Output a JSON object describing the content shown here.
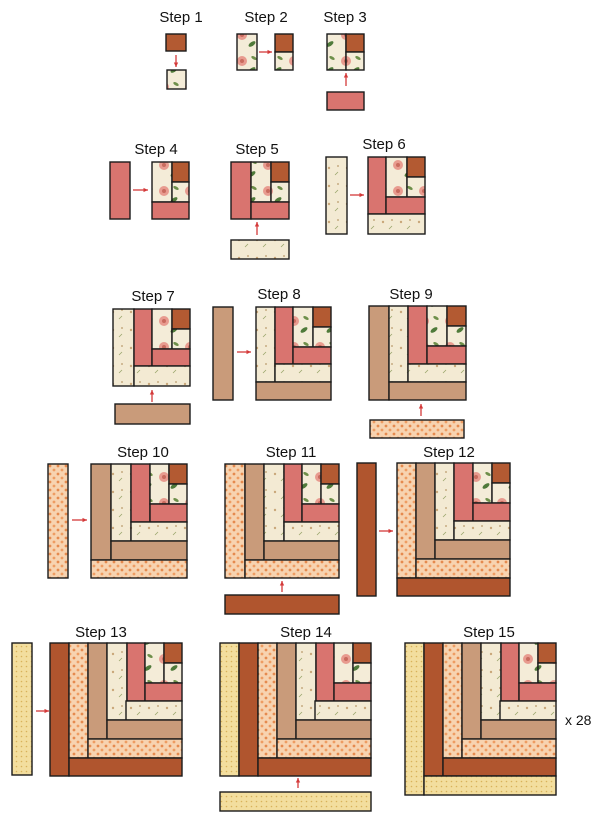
{
  "title": "",
  "steps": [
    {
      "label": "Step 1"
    },
    {
      "label": "Step 2"
    },
    {
      "label": "Step 3"
    },
    {
      "label": "Step 4"
    },
    {
      "label": "Step 5"
    },
    {
      "label": "Step 6"
    },
    {
      "label": "Step 7"
    },
    {
      "label": "Step 8"
    },
    {
      "label": "Step 9"
    },
    {
      "label": "Step 10"
    },
    {
      "label": "Step 11"
    },
    {
      "label": "Step 12"
    },
    {
      "label": "Step 13"
    },
    {
      "label": "Step 14"
    },
    {
      "label": "Step 15"
    }
  ],
  "multiplier": "x 28",
  "colors": {
    "rust": "#b35a32",
    "rose": "#d9746f",
    "cream": "#f4ecd8",
    "floral_rose": "#e89b8f",
    "floral_leaf": "#4f7a3a",
    "tan": "#c99b7a",
    "peach_print": "#f5c9a0",
    "peach_dot": "#e58a4e",
    "yellow_print": "#f2dc9a",
    "brown": "#b0552e",
    "arrow": "#d43a3a",
    "outline": "#1a1a1a"
  }
}
